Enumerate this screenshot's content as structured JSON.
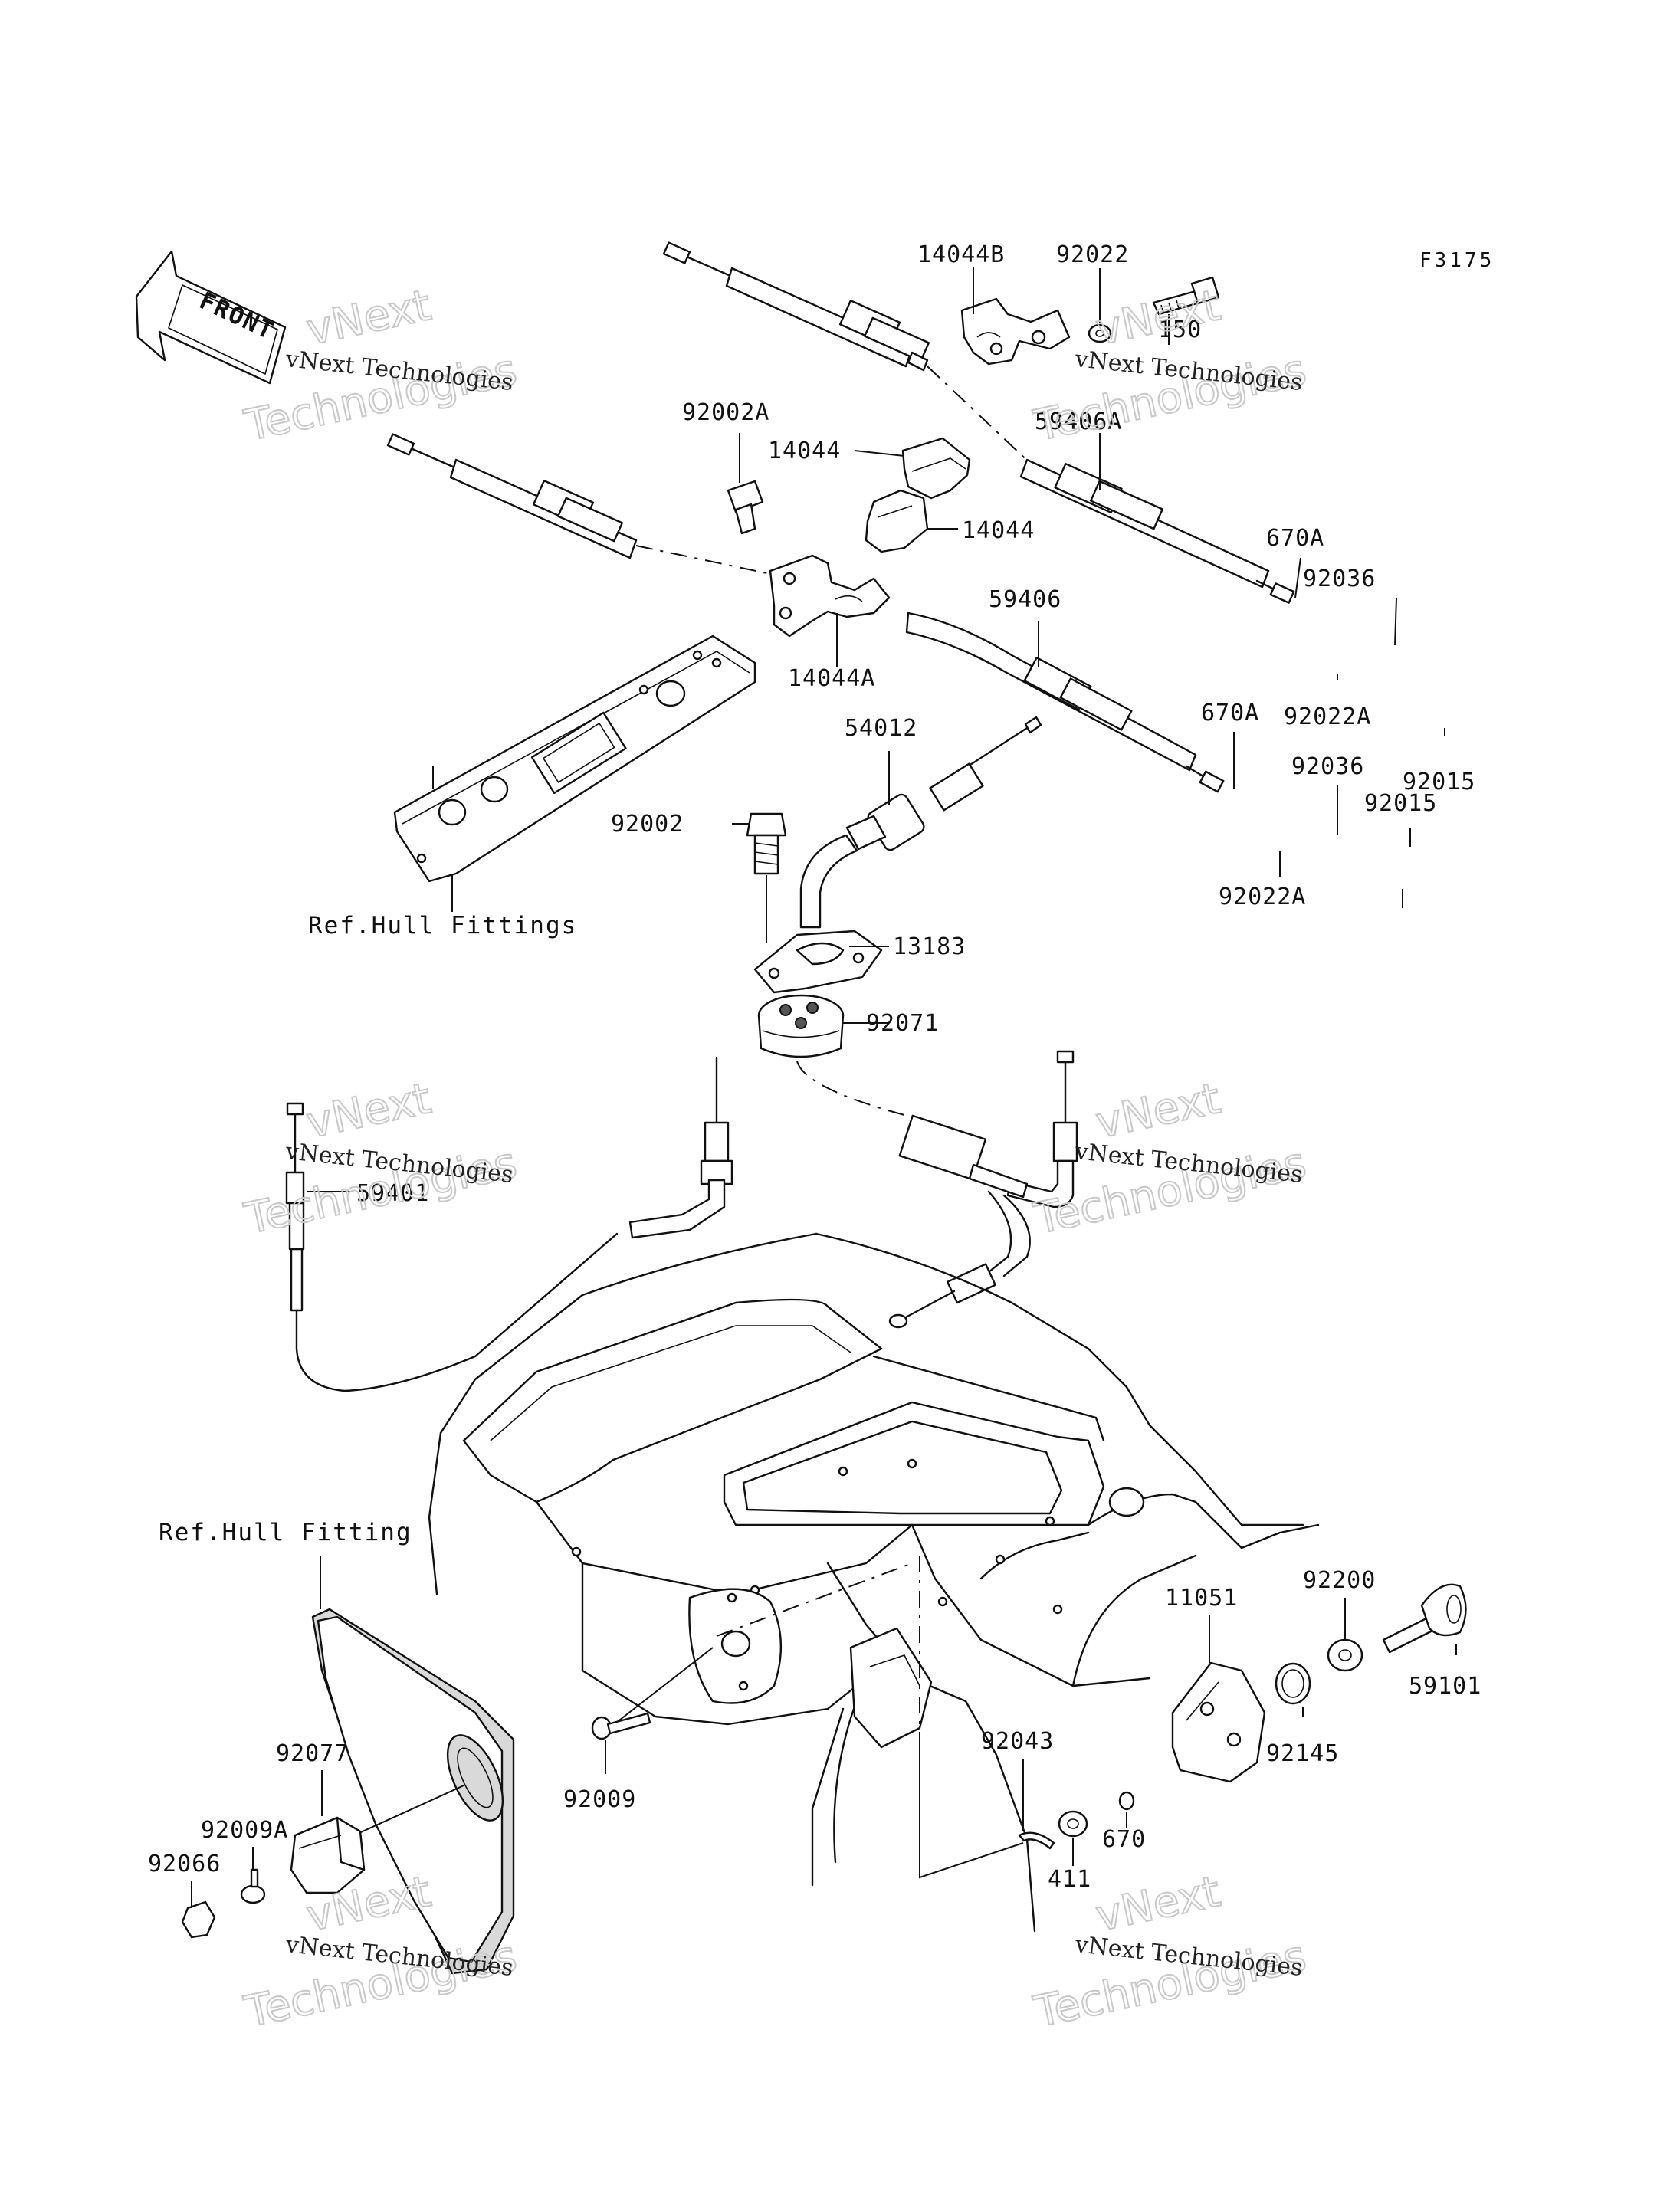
{
  "figure_code": "F3175",
  "front_badge": "FRONT",
  "watermark": {
    "small": "vNext Technologies",
    "big_1": "vNext",
    "big_2": "Technologies"
  },
  "reference_labels": {
    "hull_fittings": "Ref.Hull Fittings",
    "hull_fitting": "Ref.Hull Fitting"
  },
  "parts": [
    {
      "label": "14044B"
    },
    {
      "label": "92022"
    },
    {
      "label": "150"
    },
    {
      "label": "92002A"
    },
    {
      "label": "14044"
    },
    {
      "label": "14044"
    },
    {
      "label": "59406A"
    },
    {
      "label": "670A"
    },
    {
      "label": "92036"
    },
    {
      "label": "59406"
    },
    {
      "label": "14044A"
    },
    {
      "label": "92022A"
    },
    {
      "label": "92015"
    },
    {
      "label": "54012"
    },
    {
      "label": "670A"
    },
    {
      "label": "92036"
    },
    {
      "label": "92015"
    },
    {
      "label": "92002"
    },
    {
      "label": "92022A"
    },
    {
      "label": "13183"
    },
    {
      "label": "92071"
    },
    {
      "label": "59401"
    },
    {
      "label": "92200"
    },
    {
      "label": "11051"
    },
    {
      "label": "59101"
    },
    {
      "label": "92145"
    },
    {
      "label": "92043"
    },
    {
      "label": "92077"
    },
    {
      "label": "92009"
    },
    {
      "label": "92009A"
    },
    {
      "label": "92066"
    },
    {
      "label": "670"
    },
    {
      "label": "411"
    }
  ]
}
